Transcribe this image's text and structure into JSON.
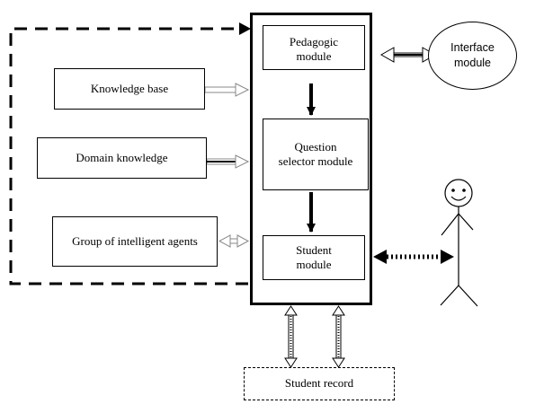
{
  "nodes": {
    "knowledge_base": "Knowledge base",
    "domain_knowledge": "Domain knowledge",
    "intelligent_agents": "Group of intelligent agents",
    "pedagogic_module": "Pedagogic module",
    "question_selector": "Question selector module",
    "student_module": "Student module",
    "interface_module": "Interface module",
    "student_record": "Student record"
  },
  "colors": {
    "stroke": "#000000",
    "arrow_shaft": "#9a9a9a",
    "background": "#ffffff"
  }
}
